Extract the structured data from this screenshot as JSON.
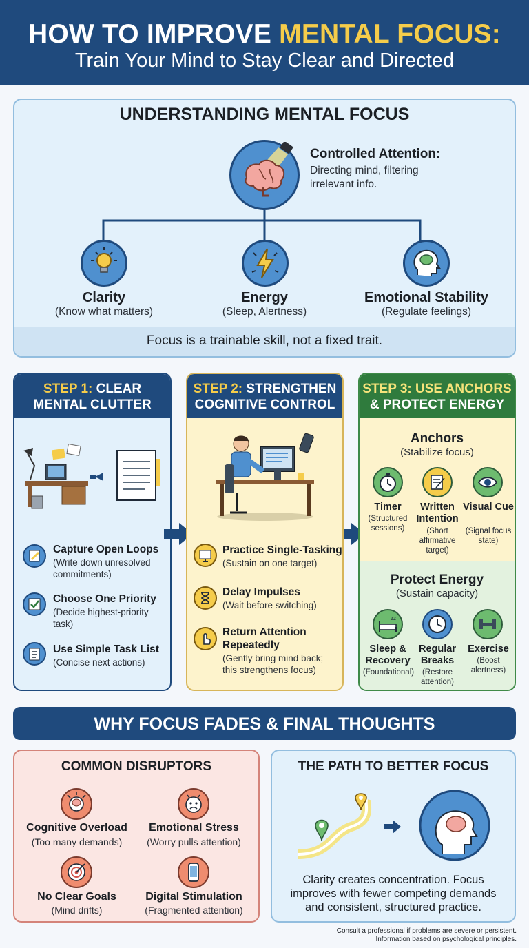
{
  "header": {
    "title_prefix": "HOW TO IMPROVE ",
    "title_highlight": "MENTAL FOCUS:",
    "subtitle": "Train Your Mind to Stay Clear and Directed"
  },
  "understanding": {
    "title": "UNDERSTANDING MENTAL FOCUS",
    "central_title": "Controlled Attention:",
    "central_desc": "Directing mind, filtering irrelevant info.",
    "pillars": [
      {
        "title": "Clarity",
        "sub": "(Know what matters)",
        "icon": "lightbulb-icon"
      },
      {
        "title": "Energy",
        "sub": "(Sleep, Alertness)",
        "icon": "lightning-icon"
      },
      {
        "title": "Emotional Stability",
        "sub": "(Regulate feelings)",
        "icon": "head-brain-icon"
      }
    ],
    "footer": "Focus is a trainable skill, not a fixed trait."
  },
  "step1": {
    "num": "STEP 1:",
    "title_a": " CLEAR",
    "title_b": "MENTAL CLUTTER",
    "items": [
      {
        "title": "Capture Open Loops",
        "desc": "(Write down unresolved commitments)",
        "icon": "pencil-icon"
      },
      {
        "title": "Choose One Priority",
        "desc": "(Decide highest-priority task)",
        "icon": "checklist-icon"
      },
      {
        "title": "Use Simple Task List",
        "desc": "(Concise next actions)",
        "icon": "clipboard-icon"
      }
    ]
  },
  "step2": {
    "num": "STEP 2:",
    "title_a": " STRENGTHEN",
    "title_b": "COGNITIVE CONTROL",
    "items": [
      {
        "title": "Practice Single-Tasking",
        "desc": "(Sustain on one target)",
        "icon": "monitor-icon"
      },
      {
        "title": "Delay Impulses",
        "desc": "(Wait before switching)",
        "icon": "hourglass-icon"
      },
      {
        "title": "Return Attention Repeatedly",
        "desc": "(Gently bring mind back; this strengthens focus)",
        "icon": "hand-pointer-icon"
      }
    ]
  },
  "step3": {
    "num": "STEP 3:",
    "title_a": " USE ANCHORS",
    "title_b": "& PROTECT ENERGY",
    "anchors_title": "Anchors",
    "anchors_sub": "(Stabilize focus)",
    "anchors": [
      {
        "title": "Timer",
        "desc": "(Structured sessions)",
        "icon": "stopwatch-icon"
      },
      {
        "title": "Written Intention",
        "desc": "(Short affirmative target)",
        "icon": "note-pencil-icon"
      },
      {
        "title": "Visual Cue",
        "desc": "(Signal focus state)",
        "icon": "eye-icon"
      }
    ],
    "energy_title": "Protect Energy",
    "energy_sub": "(Sustain capacity)",
    "energy": [
      {
        "title": "Sleep & Recovery",
        "desc": "(Foundational)",
        "icon": "bed-icon"
      },
      {
        "title": "Regular Breaks",
        "desc": "(Restore attention)",
        "icon": "clock-icon"
      },
      {
        "title": "Exercise",
        "desc": "(Boost alertness)",
        "icon": "dumbbell-icon"
      }
    ]
  },
  "why": {
    "title": "WHY FOCUS FADES & FINAL THOUGHTS"
  },
  "disruptors": {
    "title": "COMMON DISRUPTORS",
    "items": [
      {
        "title": "Cognitive Overload",
        "desc": "(Too many demands)",
        "icon": "overloaded-head-icon"
      },
      {
        "title": "Emotional Stress",
        "desc": "(Worry pulls attention)",
        "icon": "stressed-face-icon"
      },
      {
        "title": "No Clear Goals",
        "desc": "(Mind drifts)",
        "icon": "target-icon"
      },
      {
        "title": "Digital Stimulation",
        "desc": "(Fragmented attention)",
        "icon": "smartphone-icon"
      }
    ]
  },
  "path": {
    "title": "THE PATH TO BETTER FOCUS",
    "text": "Clarity creates concentration. Focus improves with fewer competing demands and consistent, structured practice."
  },
  "disclaimer": {
    "line1": "Consult a professional if problems are severe or persistent.",
    "line2": "Information based on psychological principles."
  }
}
